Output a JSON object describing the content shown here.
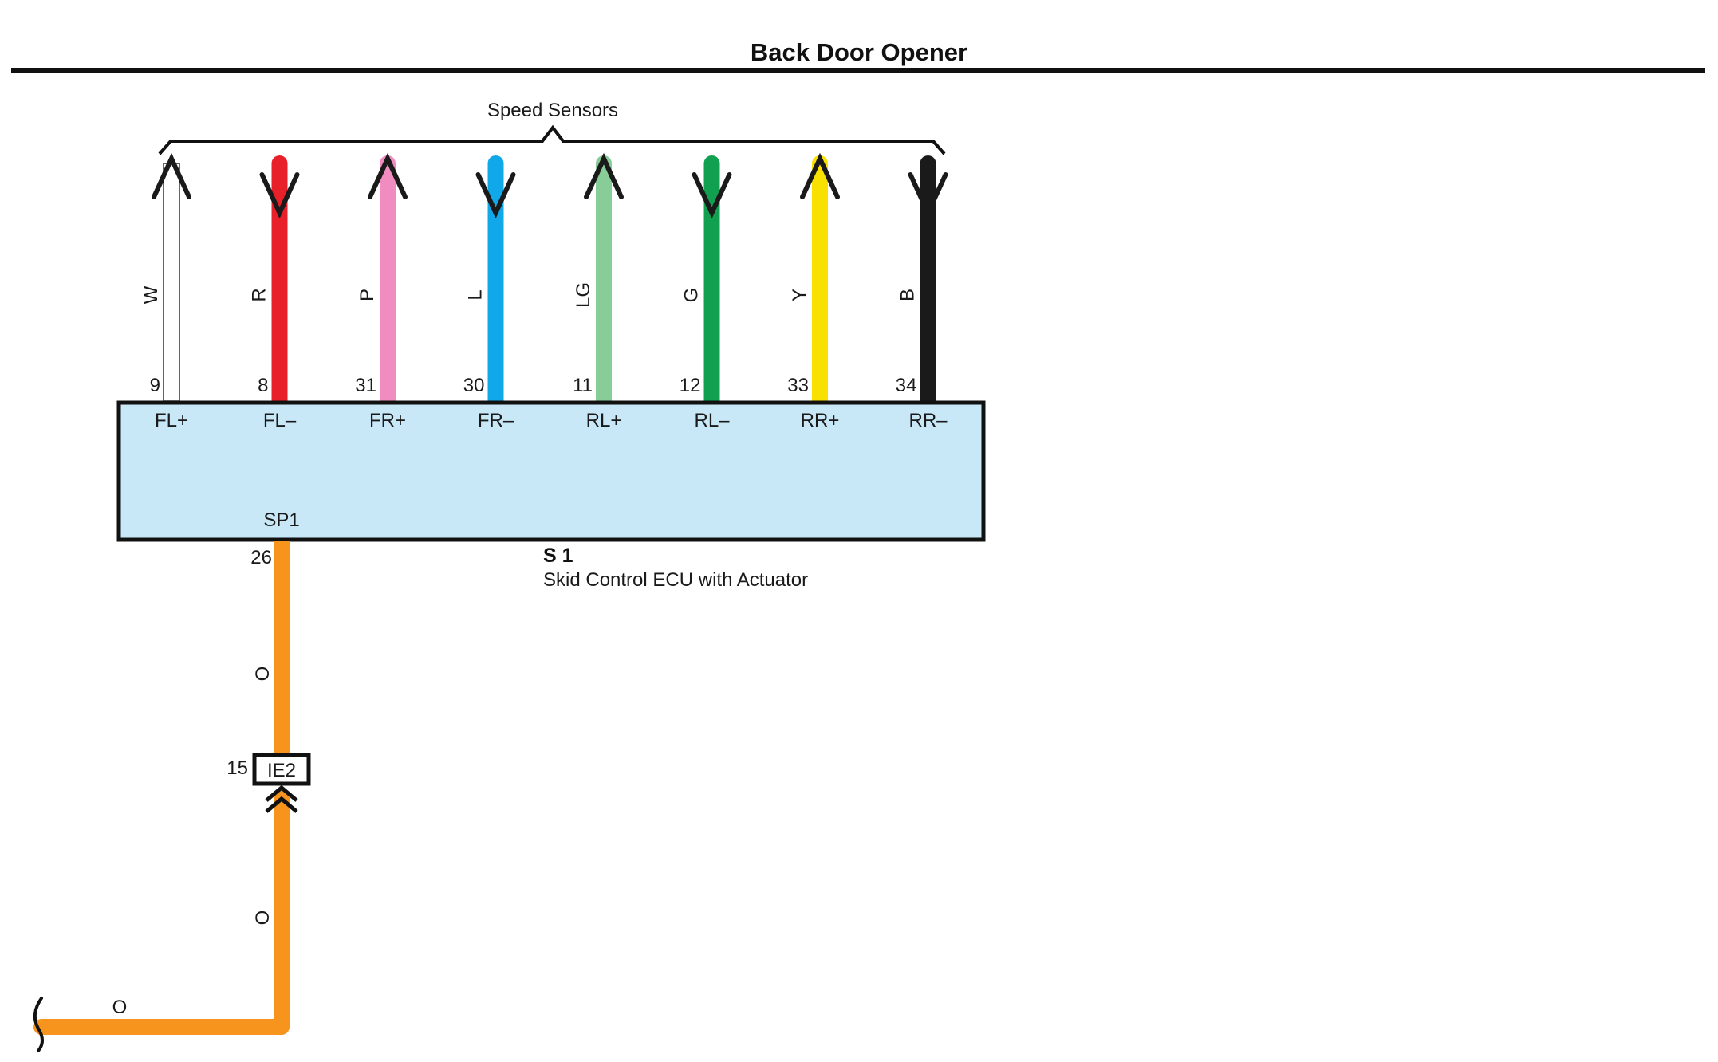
{
  "title": "Back Door Opener",
  "bracket_label": "Speed Sensors",
  "ecu": {
    "id": "S 1",
    "name": "Skid Control ECU with Actuator",
    "fill_color": "#c8e8f8",
    "bottom_terminal": {
      "name": "SP1",
      "pin": "26"
    }
  },
  "wires": [
    {
      "color_code": "W",
      "pin": "9",
      "terminal": "FL+",
      "color": "#ffffff",
      "direction": "up"
    },
    {
      "color_code": "R",
      "pin": "8",
      "terminal": "FL–",
      "color": "#e8202a",
      "direction": "down"
    },
    {
      "color_code": "P",
      "pin": "31",
      "terminal": "FR+",
      "color": "#f08cc0",
      "direction": "up"
    },
    {
      "color_code": "L",
      "pin": "30",
      "terminal": "FR–",
      "color": "#10a8e8",
      "direction": "down"
    },
    {
      "color_code": "LG",
      "pin": "11",
      "terminal": "RL+",
      "color": "#88cc98",
      "direction": "up"
    },
    {
      "color_code": "G",
      "pin": "12",
      "terminal": "RL–",
      "color": "#10a050",
      "direction": "down"
    },
    {
      "color_code": "Y",
      "pin": "33",
      "terminal": "RR+",
      "color": "#f8e000",
      "direction": "up"
    },
    {
      "color_code": "B",
      "pin": "34",
      "terminal": "RR–",
      "color": "#1a1a1a",
      "direction": "down"
    }
  ],
  "output_wire": {
    "color": "#f7941d",
    "color_code_upper": "O",
    "color_code_lower": "O",
    "color_code_horizontal": "O"
  },
  "connector": {
    "name": "IE2",
    "pin": "15"
  }
}
